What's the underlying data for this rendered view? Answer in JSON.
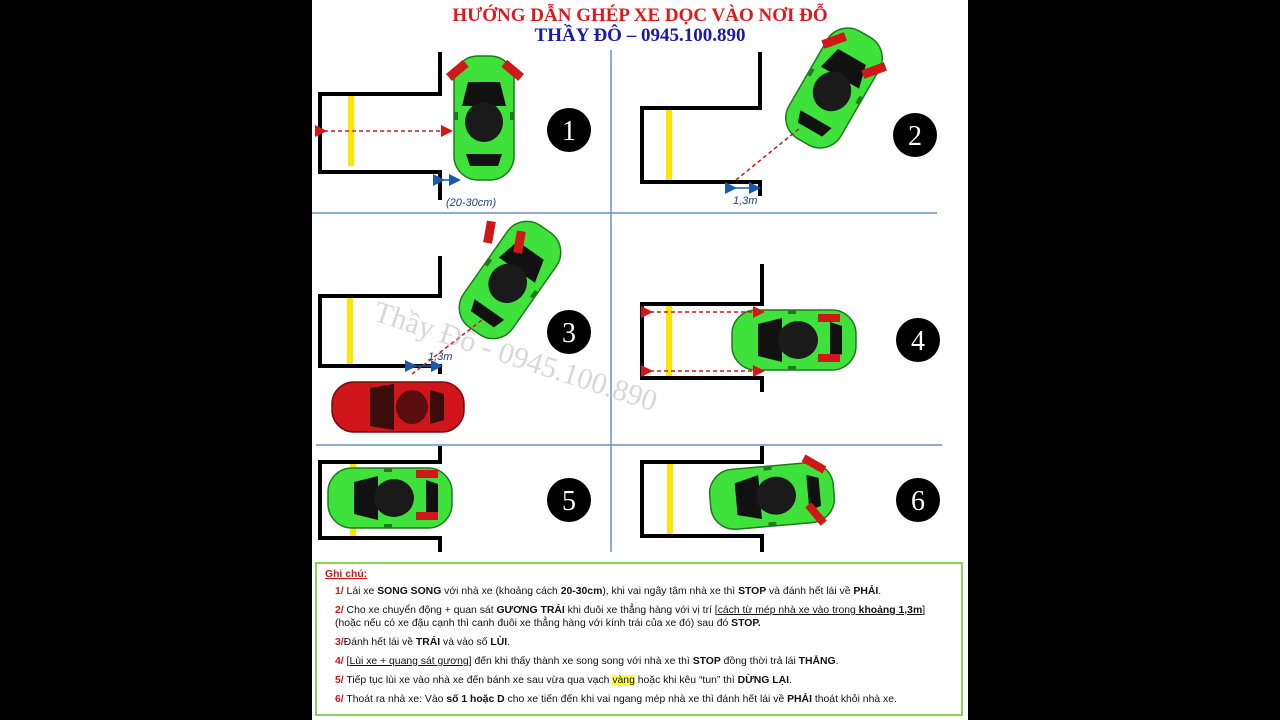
{
  "title": {
    "line1": "HƯỚNG DẪN GHÉP XE DỌC VÀO NƠI ĐỖ",
    "line2": "THẦY ĐÔ – 0945.100.890"
  },
  "steps": [
    {
      "number": "1",
      "distance_label": "(20-30cm)"
    },
    {
      "number": "2",
      "distance_label": "1,3m"
    },
    {
      "number": "3",
      "distance_label": "1,3m"
    },
    {
      "number": "4"
    },
    {
      "number": "5"
    },
    {
      "number": "6"
    }
  ],
  "watermark": "Thầy Đô - 0945.100.890",
  "colors": {
    "title_red": "#e0181b",
    "title_blue": "#1a1aa8",
    "car_green": "#3ee23a",
    "car_red": "#d0161b",
    "yellow_line": "#ffe600",
    "frame_green": "#8fce5a"
  },
  "notes": {
    "heading": "Ghi chú:",
    "items": [
      {
        "num": "1/",
        "parts": [
          {
            "t": " Lái xe "
          },
          {
            "t": "SONG SONG",
            "b": true
          },
          {
            "t": " với nhà xe (khoảng cách "
          },
          {
            "t": "20-30cm",
            "b": true
          },
          {
            "t": "), khi vai ngây tâm nhà xe thì "
          },
          {
            "t": "STOP",
            "b": true
          },
          {
            "t": " và đánh hết lái về "
          },
          {
            "t": "PHẢI",
            "b": true
          },
          {
            "t": "."
          }
        ]
      },
      {
        "num": "2/",
        "parts": [
          {
            "t": " Cho xe chuyển động + quan sát "
          },
          {
            "t": "GƯƠNG TRÁI",
            "b": true
          },
          {
            "t": " khi đuôi xe thẳng hàng với vị trí ["
          },
          {
            "t": "cách từ mép nhà xe vào trong ",
            "u": true
          },
          {
            "t": "khoảng 1,3m",
            "u": true,
            "b": true
          },
          {
            "t": "] (hoặc nếu có xe đậu cạnh thì canh đuôi xe thẳng hàng với kính trái của xe đó) sau đó "
          },
          {
            "t": "STOP.",
            "b": true
          }
        ]
      },
      {
        "num": "3/",
        "parts": [
          {
            "t": "Đánh hết lái về "
          },
          {
            "t": "TRÁI",
            "b": true
          },
          {
            "t": " và vào số "
          },
          {
            "t": "LÙI",
            "b": true
          },
          {
            "t": "."
          }
        ]
      },
      {
        "num": "4/",
        "parts": [
          {
            "t": " ["
          },
          {
            "t": "Lùi xe + quang sát gương",
            "u": true
          },
          {
            "t": "] đến khi thấy thành xe song song với nhà xe thì "
          },
          {
            "t": "STOP",
            "b": true
          },
          {
            "t": " đồng thời trả lái "
          },
          {
            "t": "THẲNG",
            "b": true
          },
          {
            "t": "."
          }
        ]
      },
      {
        "num": "5/",
        "parts": [
          {
            "t": " Tiếp tục lùi xe vào nhà xe đến bánh xe sau vừa qua vạch "
          },
          {
            "t": "vàng",
            "hl": true
          },
          {
            "t": " hoặc khi kêu “tun” thì "
          },
          {
            "t": "DỪNG LẠI",
            "b": true
          },
          {
            "t": "."
          }
        ]
      },
      {
        "num": "6/",
        "parts": [
          {
            "t": " Thoát ra nhà xe: Vào "
          },
          {
            "t": "số 1 hoặc D",
            "b": true
          },
          {
            "t": " cho xe tiến đến khi vai ngang mép nhà xe thì đánh hết lái về "
          },
          {
            "t": "PHẢI",
            "b": true
          },
          {
            "t": " thoát khỏi nhà xe."
          }
        ]
      }
    ]
  }
}
